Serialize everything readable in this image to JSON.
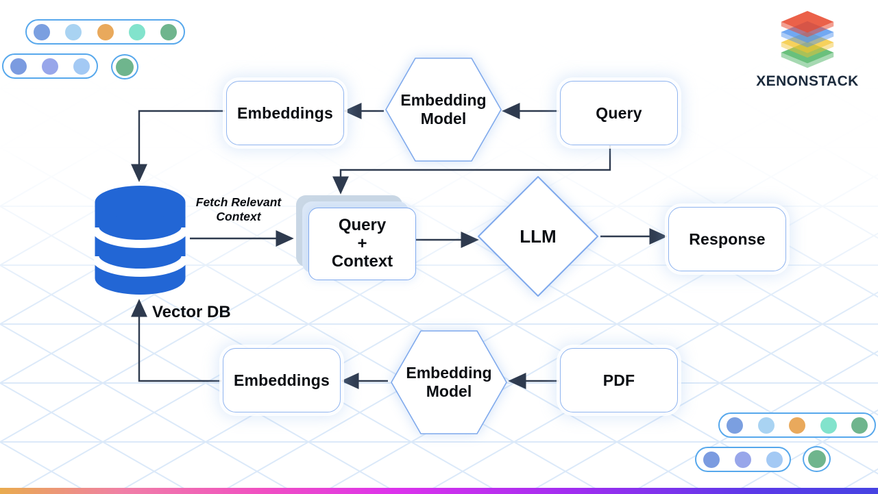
{
  "brand": {
    "wordmark": "XENONSTACK"
  },
  "flow": {
    "top": {
      "embeddings": "Embeddings",
      "embedding_model_line1": "Embedding",
      "embedding_model_line2": "Model",
      "query": "Query"
    },
    "middle": {
      "vector_db_label": "Vector DB",
      "fetch_line1": "Fetch Relevant",
      "fetch_line2": "Context",
      "qc_line1": "Query",
      "qc_line2": "+",
      "qc_line3": "Context",
      "llm": "LLM",
      "response": "Response"
    },
    "bottom": {
      "embeddings": "Embeddings",
      "embedding_model_line1": "Embedding",
      "embedding_model_line2": "Model",
      "pdf": "PDF"
    }
  },
  "colors": {
    "db_blue": "#2266d5",
    "arrow_ink": "#2e3a4e",
    "node_border": "#8fb4ef",
    "grid_line": "#dbe9f9",
    "pill_border": "#57a8ec",
    "stack_layer_back": "#c9d7e5",
    "stack_layer_mid": "#dce8f7",
    "logo_layers": [
      "#e8472b",
      "#4a8fee",
      "#f3c42f",
      "#3fae57"
    ],
    "gradient_bar": [
      "#e9ab4e",
      "#f04fc2",
      "#dc32ec",
      "#a12df0",
      "#4643e2"
    ]
  },
  "decor": {
    "pill5_dots": [
      "#7b9fe0",
      "#a9d3f2",
      "#e9a95c",
      "#82e3cc",
      "#6fb58d"
    ],
    "pill3_dots": [
      "#7b9be0",
      "#98a6ea",
      "#a3c9f4"
    ],
    "single_dot": "#6fb58d"
  }
}
